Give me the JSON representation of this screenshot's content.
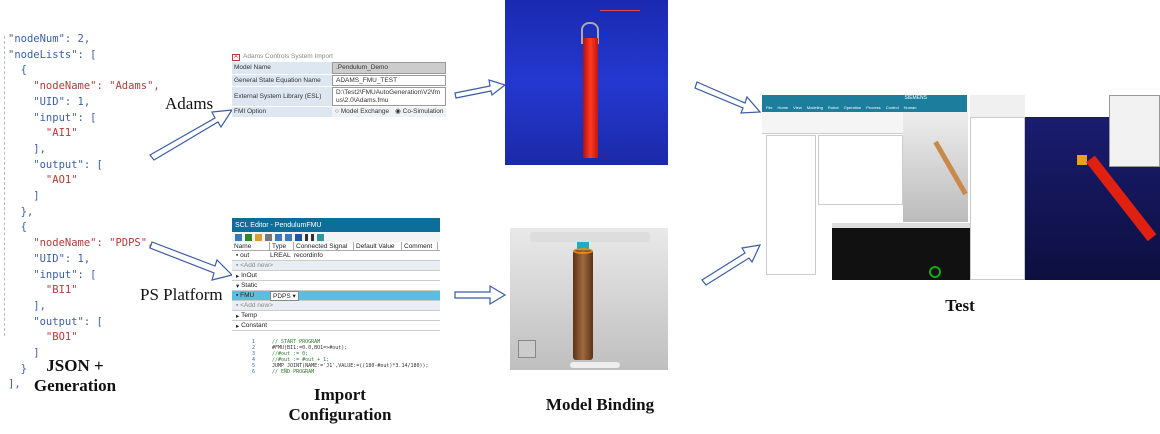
{
  "json_code": {
    "lines": [
      "\"nodeNum\": 2,",
      "\"nodeLists\": [",
      "  {",
      "    \"nodeName\": \"Adams\",",
      "    \"UID\": 1,",
      "    \"input\": [",
      "      \"AI1\"",
      "    ],",
      "    \"output\": [",
      "      \"AO1\"",
      "    ]",
      "  },",
      "  {",
      "    \"nodeName\": \"PDPS\",",
      "    \"UID\": 1,",
      "    \"input\": [",
      "      \"BI1\"",
      "    ],",
      "    \"output\": [",
      "      \"BO1\"",
      "    ]",
      "  }",
      "],"
    ]
  },
  "captions": {
    "json_generation": "JSON + Generation",
    "import_configuration": "Import Configuration",
    "model_binding": "Model Binding",
    "test": "Test",
    "adams": "Adams",
    "ps_platform": "PS Platform"
  },
  "adams_dialog": {
    "title": "Adams Controls System Import",
    "rows": [
      {
        "label": "Model Name",
        "value": ".Pendulum_Demo"
      },
      {
        "label": "General State Equation Name",
        "value": "ADAMS_FMU_TEST"
      },
      {
        "label": "External System Library (ESL)",
        "value": "D:\\Test2\\FMUAutoGeneration\\V2\\fmus\\2.0\\Adams.fmu"
      }
    ],
    "fmi_label": "FMI Option",
    "fmi_options": [
      "Model Exchange",
      "Co-Simulation"
    ],
    "fmi_selected": "Co-Simulation"
  },
  "scl_editor": {
    "title": "SCL Editor - PendulumFMU",
    "columns": [
      "Name",
      "Type",
      "Connected Signal",
      "Default Value",
      "Comment"
    ],
    "rows": [
      {
        "name": "out",
        "type": "LREAL",
        "signal": "recordinfo"
      },
      {
        "name": "<Add new>"
      },
      {
        "name": "InOut"
      },
      {
        "name": "Static"
      },
      {
        "name": "FMU",
        "type": "PDPS"
      },
      {
        "name": "<Add new>"
      },
      {
        "name": "Temp"
      },
      {
        "name": "Constant"
      }
    ],
    "code": [
      {
        "n": "1",
        "t": "// START PROGRAM"
      },
      {
        "n": "2",
        "t": "#FMU(BI1:=0.0,BO1=>#out);"
      },
      {
        "n": "3",
        "t": "//#out := 0;"
      },
      {
        "n": "4",
        "t": "//#out := #out + 1;"
      },
      {
        "n": "5",
        "t": "JUMP_JOINT(NAME:='J1',VALUE:=((180-#out)*3.14/180));"
      },
      {
        "n": "6",
        "t": "// END PROGRAM"
      }
    ]
  },
  "test_window": {
    "brand": "SIEMENS",
    "tabs": [
      "File",
      "Home",
      "View",
      "Modeling",
      "Robot",
      "Operation",
      "Process",
      "Control",
      "Human"
    ]
  }
}
